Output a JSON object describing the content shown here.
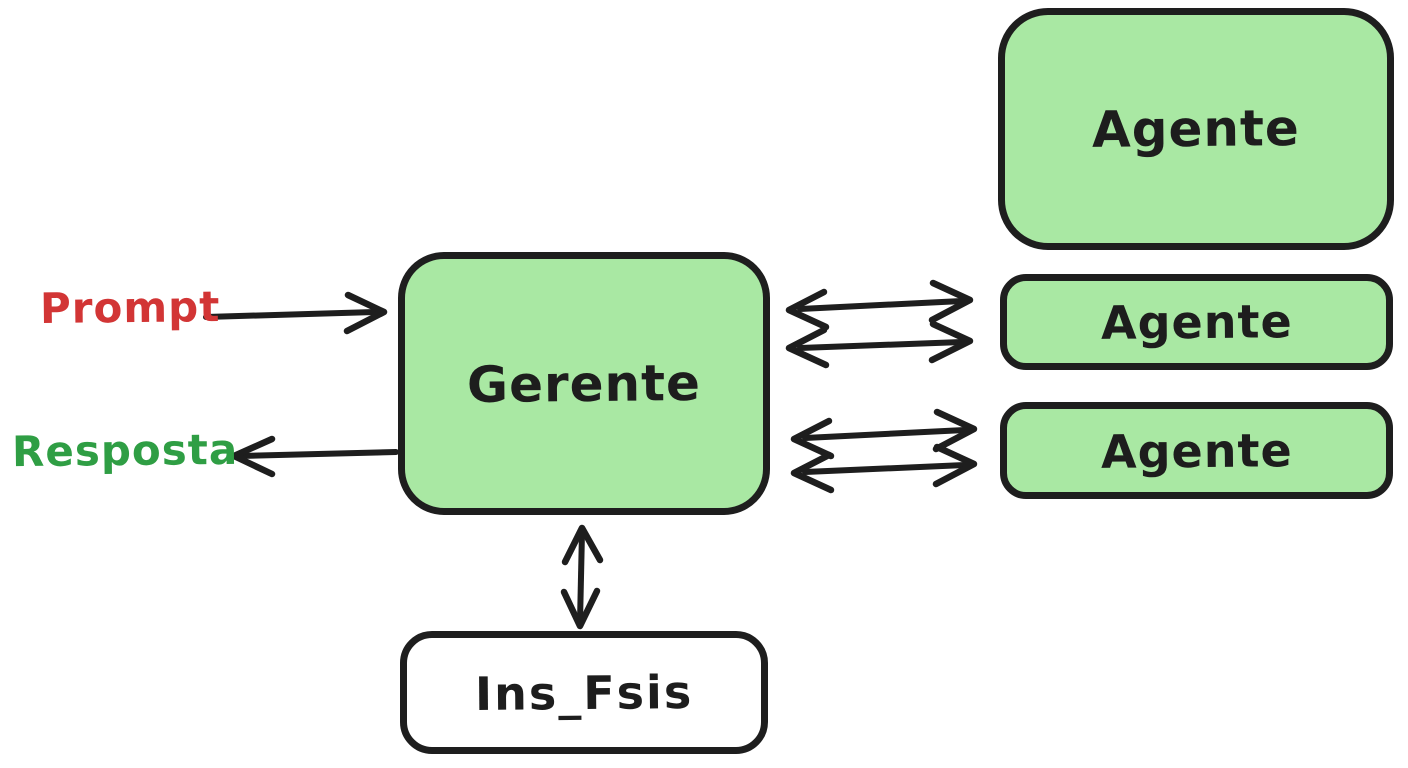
{
  "diagram": {
    "nodes": {
      "gerente": {
        "label": "Gerente"
      },
      "agente_top": {
        "label": "Agente"
      },
      "agente_middle": {
        "label": "Agente"
      },
      "agente_bottom": {
        "label": "Agente"
      },
      "ins_fsis": {
        "label": "Ins_Fsis"
      }
    },
    "annotations": {
      "prompt": {
        "label": "Prompt"
      },
      "resposta": {
        "label": "Resposta"
      }
    },
    "colors": {
      "background": "#ffffff",
      "box_fill_green": "#a9e8a3",
      "box_fill_white": "#ffffff",
      "stroke": "#1e1e1e",
      "prompt_text": "#d23535",
      "resposta_text": "#2f9e44"
    }
  }
}
